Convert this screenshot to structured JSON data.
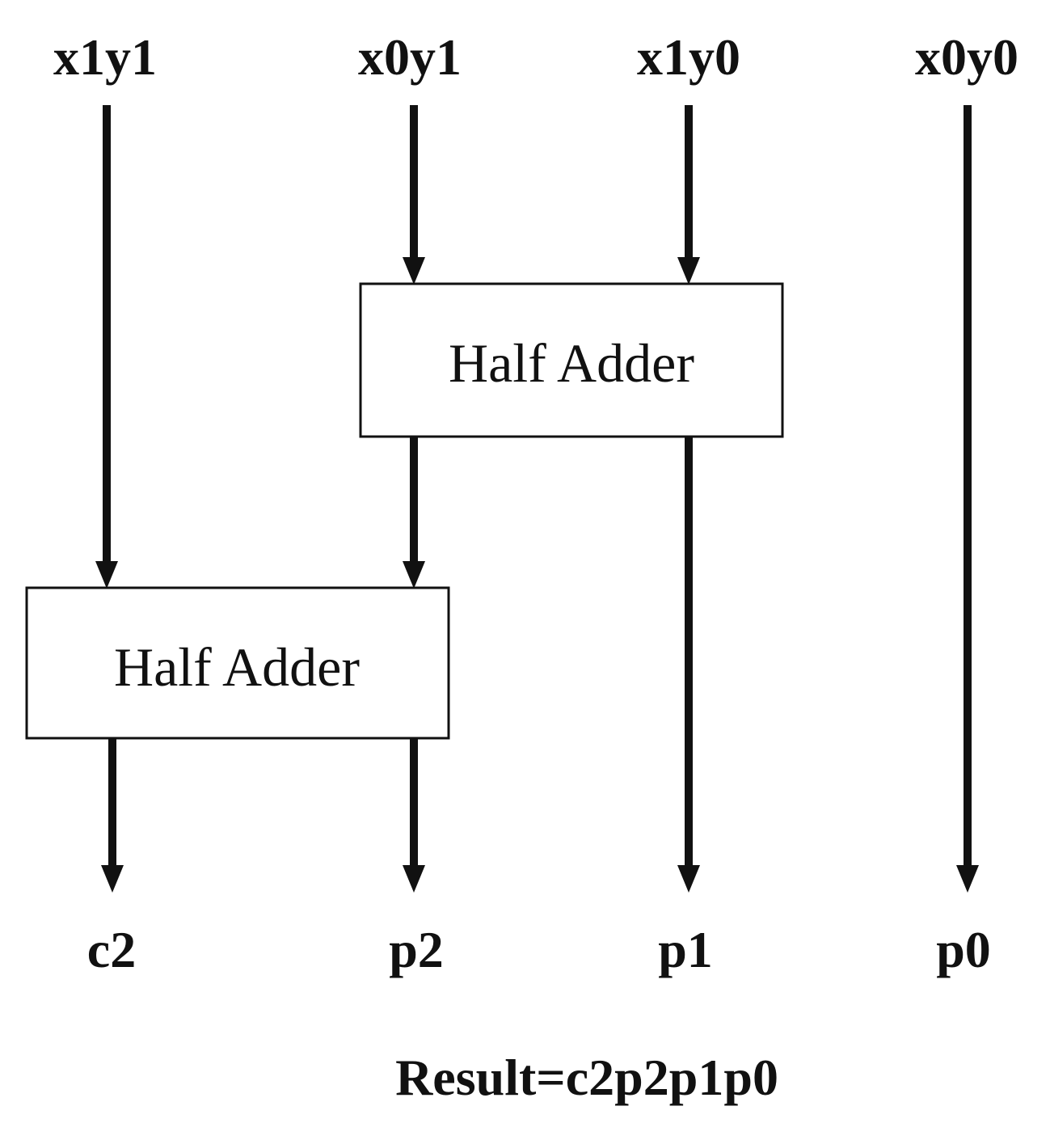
{
  "inputs": {
    "x1y1": "x1y1",
    "x0y1": "x0y1",
    "x1y0": "x1y0",
    "x0y0": "x0y0"
  },
  "half_adders": {
    "top": "Half Adder",
    "bottom": "Half Adder"
  },
  "outputs": {
    "c2": "c2",
    "p2": "p2",
    "p1": "p1",
    "p0": "p0"
  },
  "result": "Result=c2p2p1p0",
  "colors": {
    "stroke": "#111111",
    "background": "#ffffff"
  }
}
